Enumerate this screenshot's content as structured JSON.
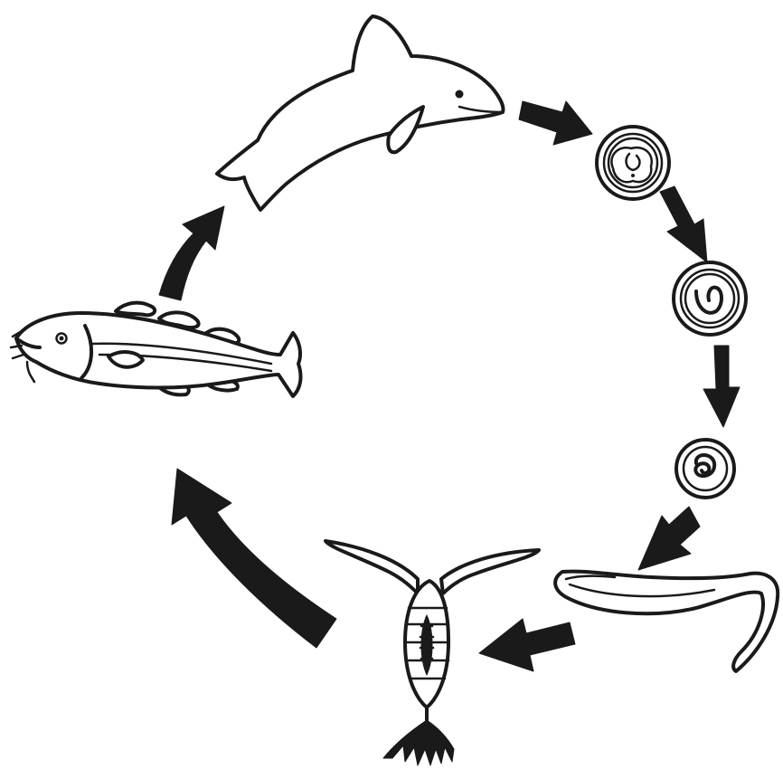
{
  "colors": {
    "ink": "#1a1a1a",
    "background": "#ffffff"
  },
  "stages": [
    {
      "id": "dolphin",
      "icon": "dolphin-icon"
    },
    {
      "id": "egg-embryo",
      "icon": "egg-embryo-icon"
    },
    {
      "id": "egg-larva",
      "icon": "egg-larva-icon"
    },
    {
      "id": "egg-coiled",
      "icon": "egg-coiled-icon"
    },
    {
      "id": "free-larva",
      "icon": "larva-icon"
    },
    {
      "id": "copepod",
      "icon": "copepod-icon"
    },
    {
      "id": "fish",
      "icon": "fish-icon"
    }
  ],
  "arrows": [
    {
      "from": "dolphin",
      "to": "egg-embryo"
    },
    {
      "from": "egg-embryo",
      "to": "egg-larva"
    },
    {
      "from": "egg-larva",
      "to": "egg-coiled"
    },
    {
      "from": "egg-coiled",
      "to": "free-larva"
    },
    {
      "from": "free-larva",
      "to": "copepod"
    },
    {
      "from": "copepod",
      "to": "fish"
    },
    {
      "from": "fish",
      "to": "dolphin"
    }
  ]
}
